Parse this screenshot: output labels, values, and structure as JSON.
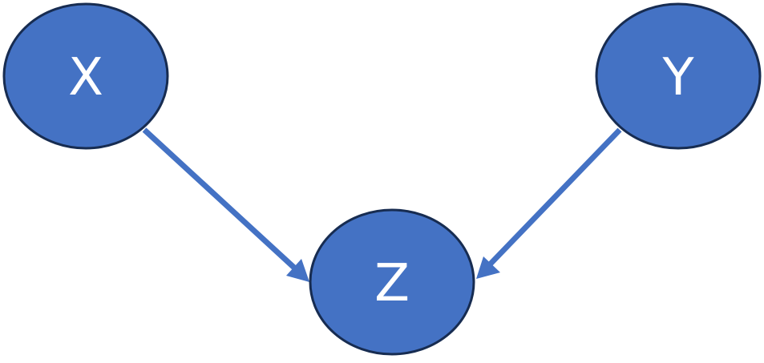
{
  "diagram": {
    "nodes": [
      {
        "id": "x",
        "label": "X"
      },
      {
        "id": "y",
        "label": "Y"
      },
      {
        "id": "z",
        "label": "Z"
      }
    ],
    "edges": [
      {
        "from": "X",
        "to": "Z"
      },
      {
        "from": "Y",
        "to": "Z"
      }
    ],
    "colors": {
      "node_fill": "#4472C4",
      "node_stroke": "#172C51",
      "edge": "#4472C4",
      "label": "#FFFFFF"
    }
  }
}
